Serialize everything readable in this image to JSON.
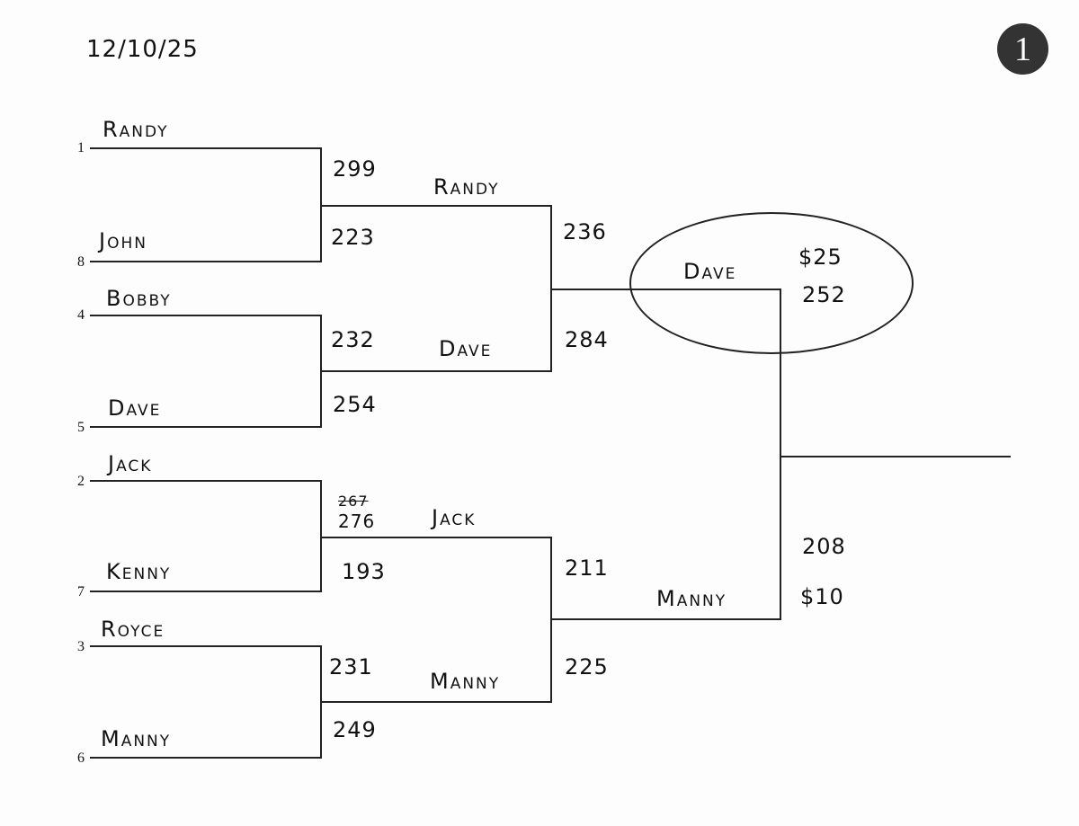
{
  "date": "12/10/25",
  "page_number": "1",
  "round1": [
    {
      "seed": "1",
      "name": "Randy",
      "score": "299"
    },
    {
      "seed": "8",
      "name": "John",
      "score": "223"
    },
    {
      "seed": "4",
      "name": "Bobby",
      "score": "232"
    },
    {
      "seed": "5",
      "name": "Dave",
      "score": "254"
    },
    {
      "seed": "2",
      "name": "Jack",
      "score": "276",
      "struck_score": "267"
    },
    {
      "seed": "7",
      "name": "Kenny",
      "score": "193"
    },
    {
      "seed": "3",
      "name": "Royce",
      "score": "231"
    },
    {
      "seed": "6",
      "name": "Manny",
      "score": "249"
    }
  ],
  "round2": [
    {
      "name": "Randy",
      "score": "236"
    },
    {
      "name": "Dave",
      "score": "284"
    },
    {
      "name": "Jack",
      "score": "211"
    },
    {
      "name": "Manny",
      "score": "225"
    }
  ],
  "final": [
    {
      "name": "Dave",
      "score": "252",
      "prize": "$25"
    },
    {
      "name": "Manny",
      "score": "208",
      "prize": "$10"
    }
  ]
}
